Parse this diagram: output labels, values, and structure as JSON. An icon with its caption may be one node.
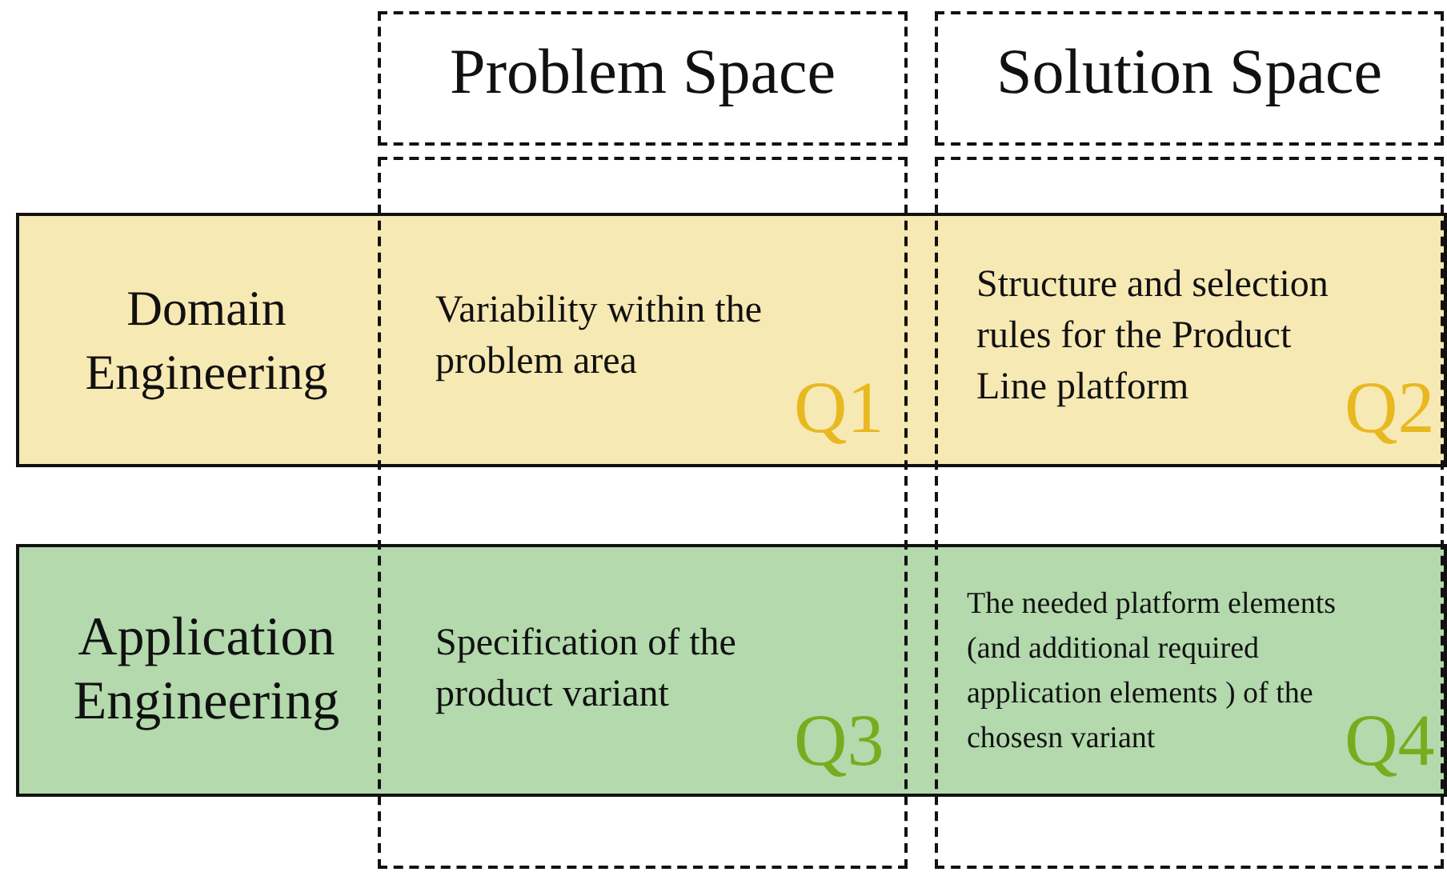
{
  "diagram": {
    "nodes": [
      {
        "text": [
          "Problem Space"
        ]
      },
      {
        "text": [
          "Solution Space"
        ]
      },
      {
        "text": [],
        "shape": "box"
      },
      {
        "text": [],
        "shape": "box"
      },
      {
        "text": [
          "Domain Engineering"
        ]
      },
      {
        "text": [
          "Application Engineering"
        ]
      }
    ],
    "labels": [
      "Variability within the problem area",
      "Q1",
      "Structure and selection rules for the Product Line platform",
      "Q2",
      "Specification of the product variant",
      "Q3",
      "The needed platform elements (and additional required application elements ) of the chosesn variant",
      "Q4"
    ]
  }
}
